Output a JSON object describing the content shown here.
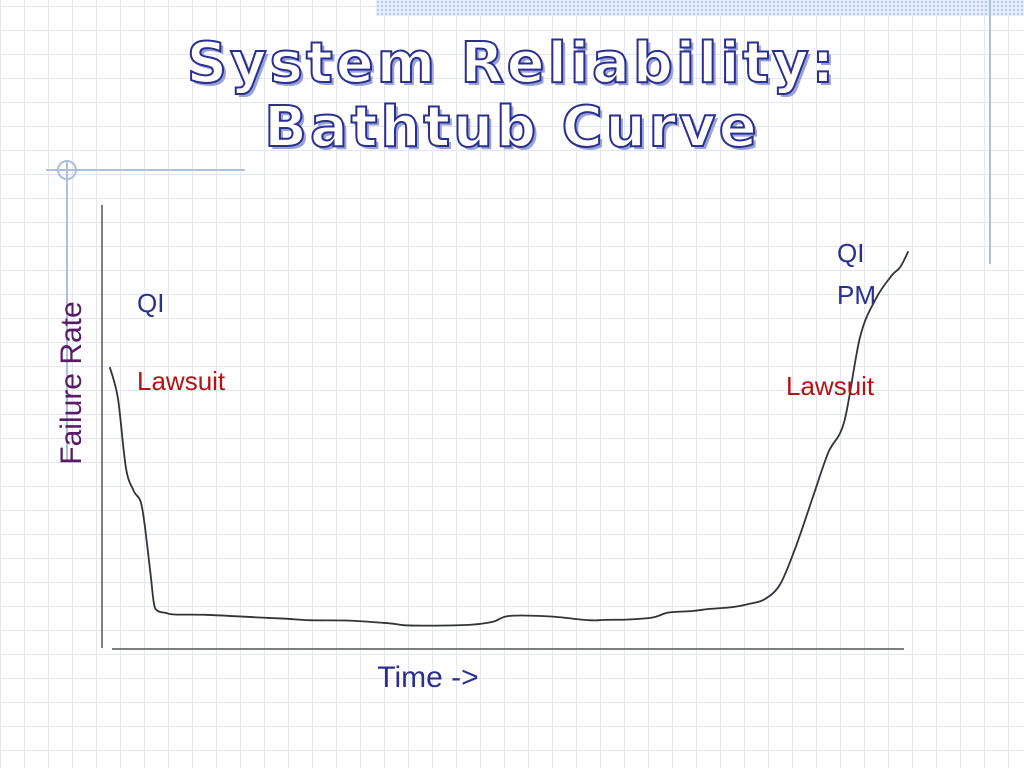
{
  "slide": {
    "title_line1": "System Reliability:",
    "title_line2": "Bathtub Curve"
  },
  "annotations": {
    "left_qi": "QI",
    "left_lawsuit": "Lawsuit",
    "right_qi": "QI",
    "right_pm": "PM",
    "right_lawsuit": "Lawsuit"
  },
  "colors": {
    "title": "#2a2f90",
    "axis_label_y": "#5a1a6a",
    "axis_label_x": "#2a2f90",
    "qi_pm_text": "#2a2f90",
    "lawsuit_text": "#b51212",
    "curve": "#333333"
  },
  "chart_data": {
    "type": "line",
    "title": "System Reliability: Bathtub Curve",
    "xlabel": "Time ->",
    "ylabel": "Failure Rate",
    "xlim": [
      0,
      100
    ],
    "ylim": [
      0,
      100
    ],
    "grid": true,
    "ticks": false,
    "series": [
      {
        "x": [
          0,
          1,
          2,
          3,
          4,
          5,
          5.5,
          6,
          7,
          8,
          12,
          18,
          22,
          25,
          30,
          35,
          37,
          40,
          45,
          48,
          50,
          55,
          60,
          62,
          65,
          68,
          70,
          73,
          75,
          78,
          80,
          82,
          84,
          86,
          88,
          90,
          92,
          94,
          96,
          98,
          99,
          100
        ],
        "y": [
          70,
          62,
          44,
          38,
          34,
          18,
          9,
          7,
          6.5,
          6.1,
          6,
          5.4,
          5,
          4.6,
          4.5,
          3.8,
          3.3,
          3.2,
          3.4,
          4.2,
          5.7,
          5.6,
          4.6,
          4.7,
          4.8,
          5.3,
          6.6,
          7,
          7.5,
          8,
          8.8,
          10,
          14,
          24,
          36,
          48,
          56,
          78,
          88,
          94,
          96,
          100
        ]
      }
    ]
  }
}
